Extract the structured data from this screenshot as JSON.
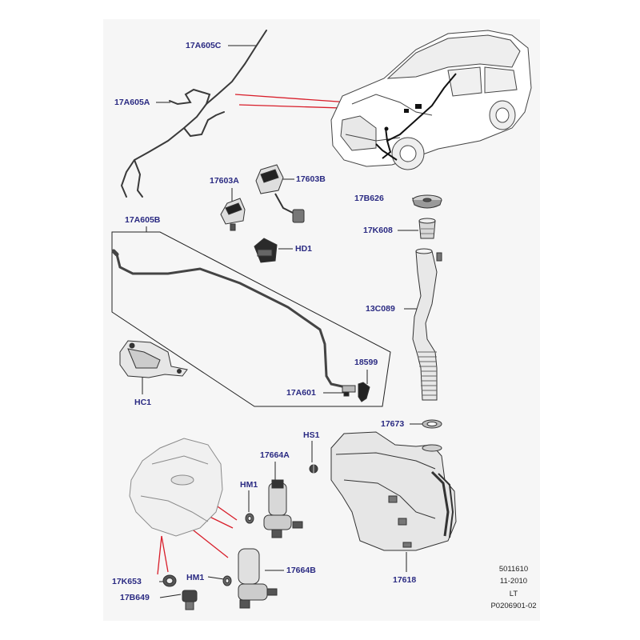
{
  "labels": {
    "c17A605C": "17A605C",
    "c17A605A": "17A605A",
    "c17603A": "17603A",
    "c17603B": "17603B",
    "c17B626": "17B626",
    "c17K608": "17K608",
    "c17A605B": "17A605B",
    "cHD1": "HD1",
    "c13C089": "13C089",
    "c18599": "18599",
    "c17A601": "17A601",
    "cHC1": "HC1",
    "c17673": "17673",
    "cHS1": "HS1",
    "c17664A": "17664A",
    "cHM1a": "HM1",
    "c17K653": "17K653",
    "cHM1b": "HM1",
    "c17664B": "17664B",
    "c17618": "17618",
    "c17B649": "17B649"
  },
  "footer": {
    "code": "5011610",
    "date": "11-2010",
    "lang": "LT",
    "ref": "P0206901-02"
  },
  "colors": {
    "label": "#2a2a82",
    "leader": "#222222",
    "callout": "#d81e2a",
    "part": "#3a3a3a",
    "background": "#f6f6f6"
  }
}
